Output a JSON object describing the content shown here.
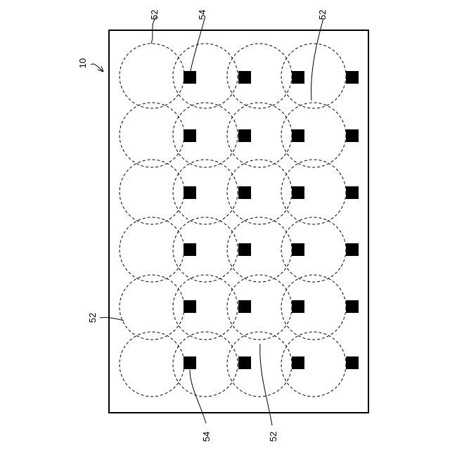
{
  "figure": {
    "reference_labels": {
      "device": "10",
      "coverage_area": "52",
      "element": "54"
    }
  },
  "colors": {
    "line": "#000000",
    "background": "#ffffff",
    "element_fill": "#000000"
  },
  "grid": {
    "circle_rows": 6,
    "circle_columns": 4,
    "element_rows": 6,
    "element_columns": 4,
    "circle_style": "dashed",
    "element_shape": "filled-square"
  }
}
